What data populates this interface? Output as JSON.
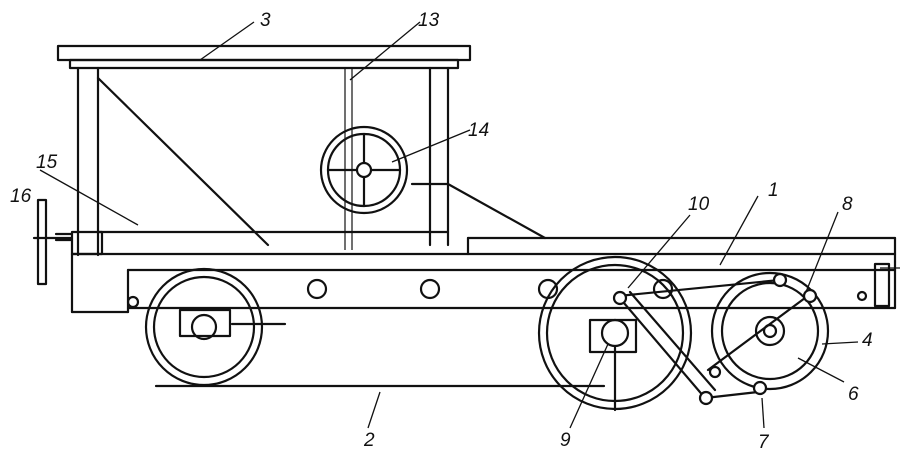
{
  "callouts": [
    {
      "id": "c1",
      "label": "1"
    },
    {
      "id": "c2",
      "label": "2"
    },
    {
      "id": "c3",
      "label": "3"
    },
    {
      "id": "c4",
      "label": "4"
    },
    {
      "id": "c6",
      "label": "6"
    },
    {
      "id": "c7",
      "label": "7"
    },
    {
      "id": "c8",
      "label": "8"
    },
    {
      "id": "c9",
      "label": "9"
    },
    {
      "id": "c10",
      "label": "10"
    },
    {
      "id": "c13",
      "label": "13"
    },
    {
      "id": "c14",
      "label": "14"
    },
    {
      "id": "c15",
      "label": "15"
    },
    {
      "id": "c16",
      "label": "16"
    }
  ]
}
